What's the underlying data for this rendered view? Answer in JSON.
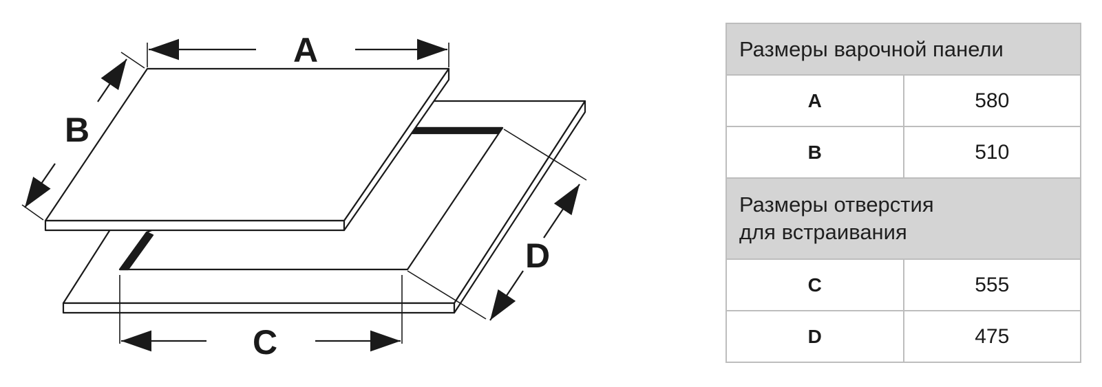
{
  "diagram": {
    "labels": {
      "a": "A",
      "b": "B",
      "c": "C",
      "d": "D"
    },
    "colors": {
      "stroke": "#1a1a1a",
      "fill": "#ffffff"
    }
  },
  "table": {
    "sections": [
      {
        "header_lines": [
          "Размеры варочной панели"
        ],
        "rows": [
          {
            "key": "A",
            "value": "580"
          },
          {
            "key": "B",
            "value": "510"
          }
        ]
      },
      {
        "header_lines": [
          "Размеры отверстия",
          "для встраивания"
        ],
        "rows": [
          {
            "key": "C",
            "value": "555"
          },
          {
            "key": "D",
            "value": "475"
          }
        ]
      }
    ],
    "colors": {
      "header_bg": "#d4d4d4",
      "border": "#bdbdbd"
    }
  }
}
